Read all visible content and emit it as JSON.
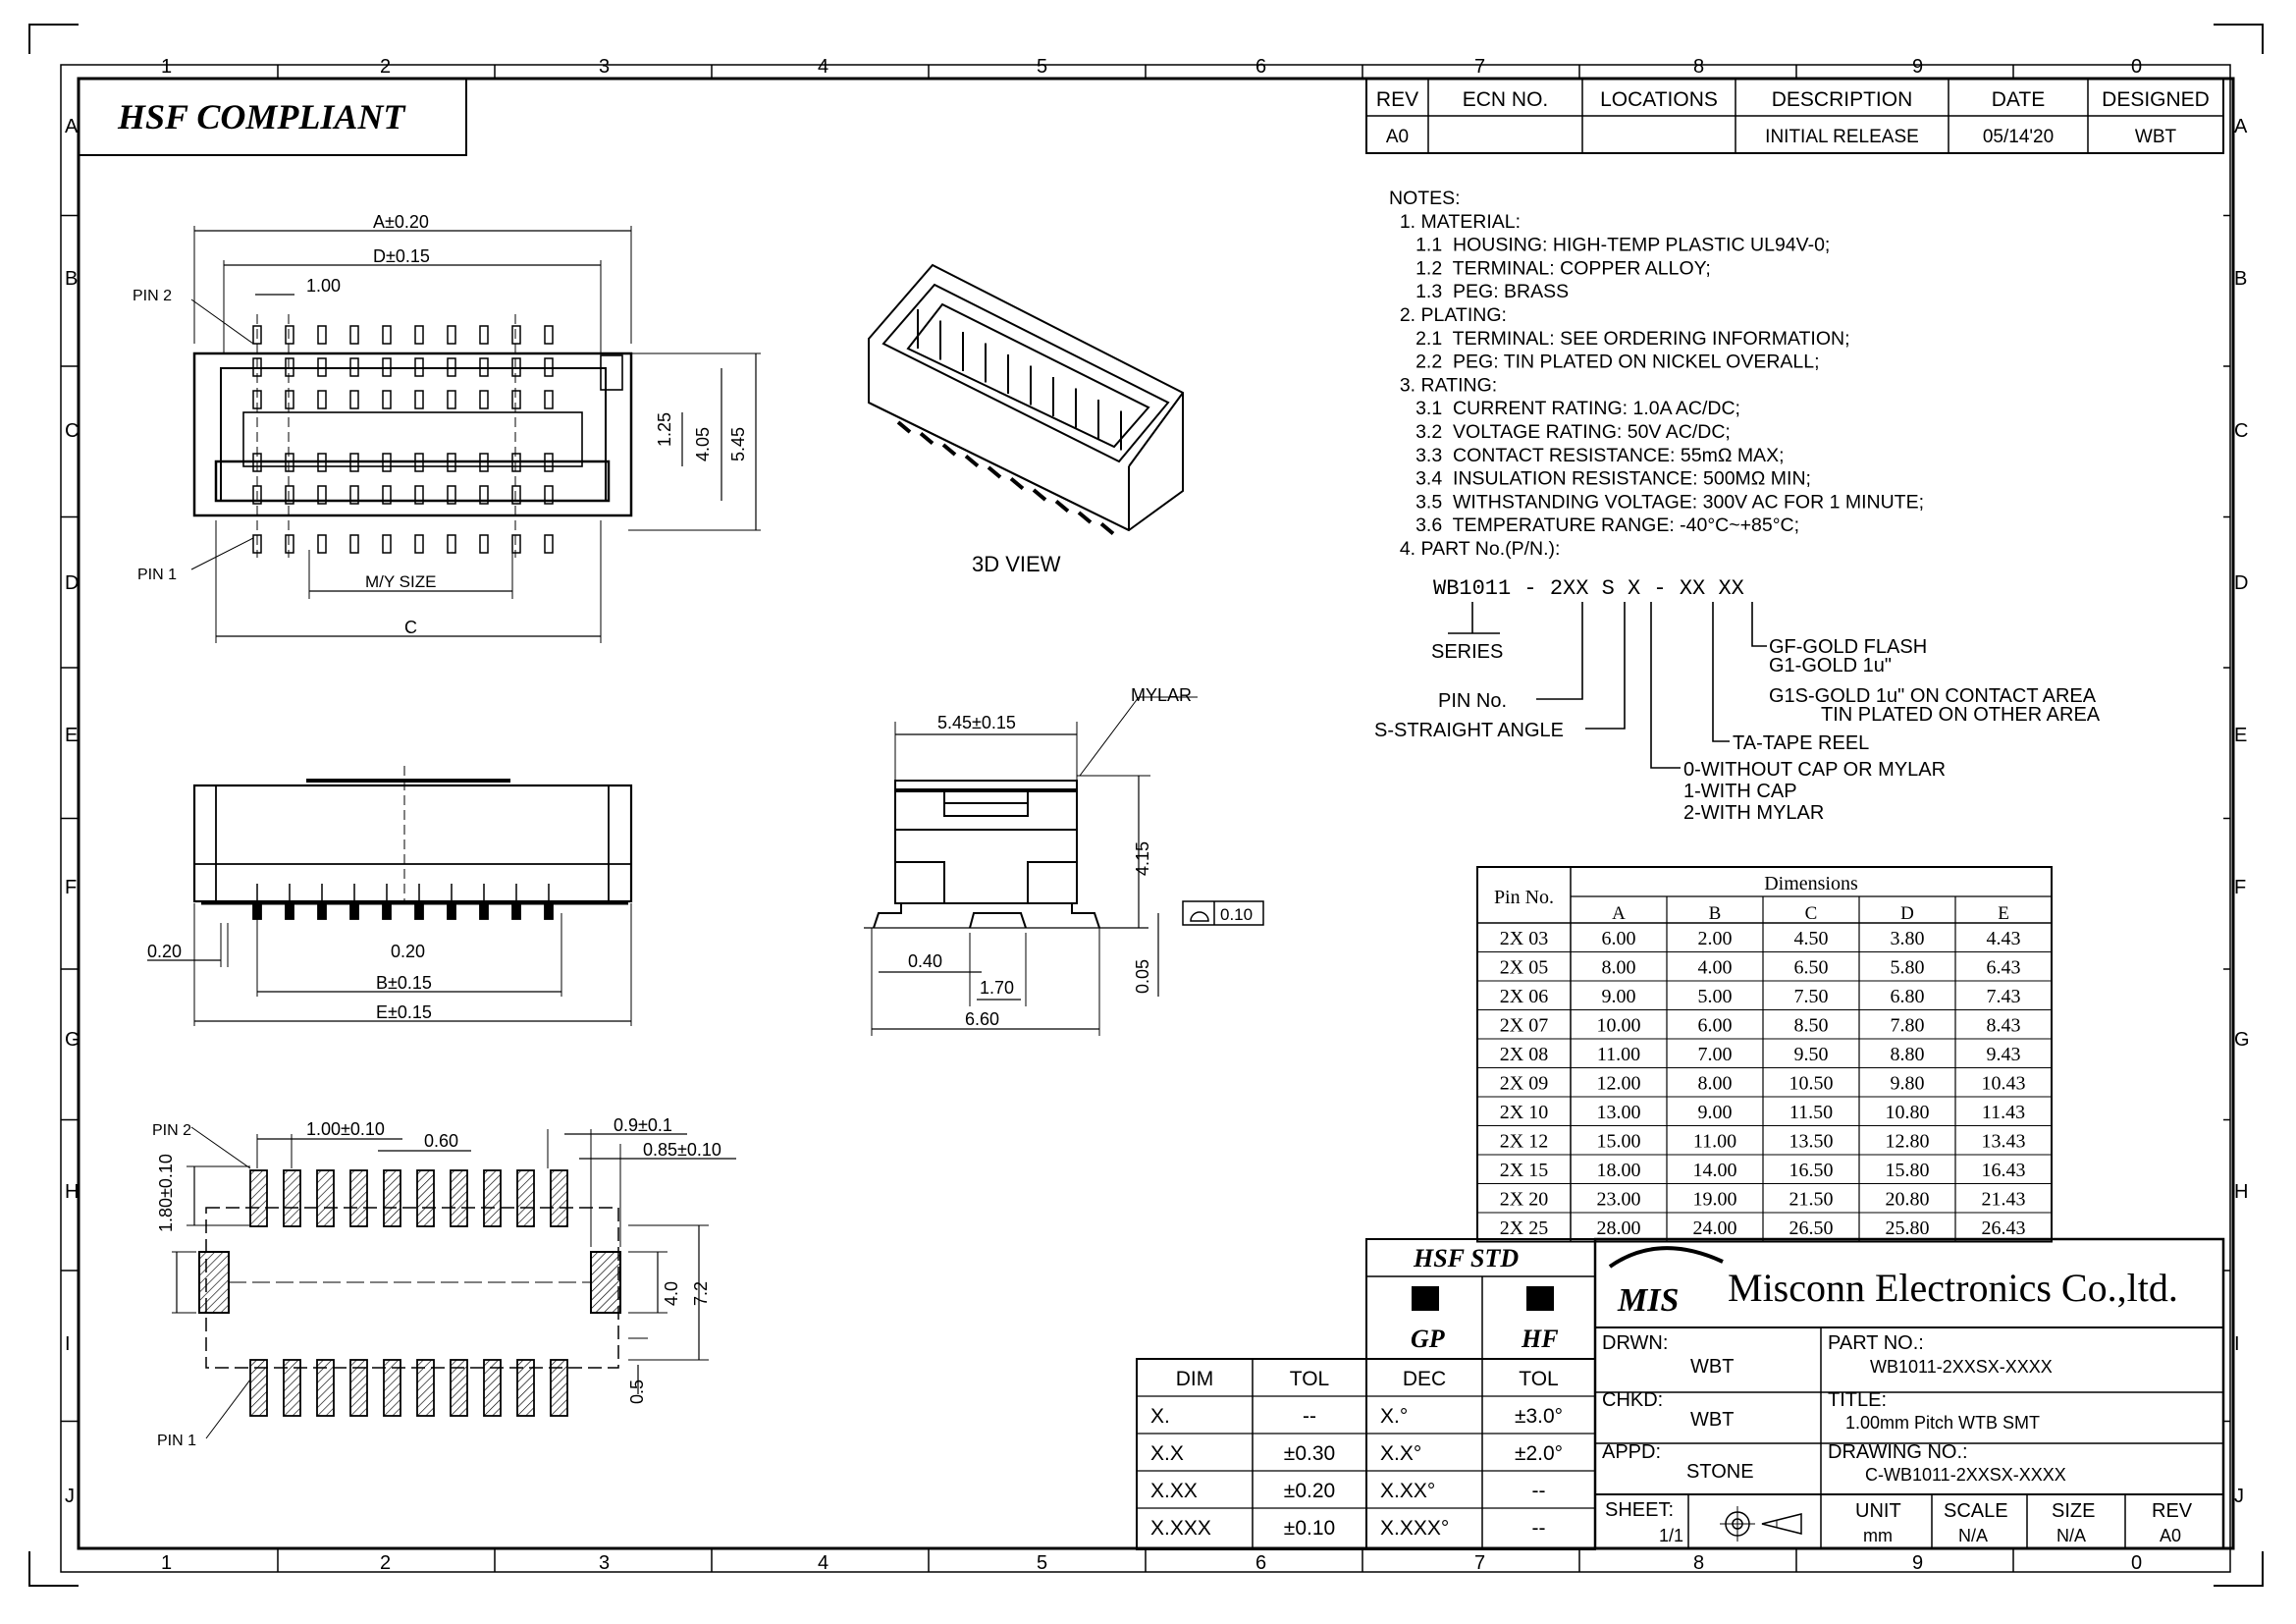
{
  "zone_cols": [
    "1",
    "2",
    "3",
    "4",
    "5",
    "6",
    "7",
    "8",
    "9",
    "0"
  ],
  "zone_rows": [
    "A",
    "B",
    "C",
    "D",
    "E",
    "F",
    "G",
    "H",
    "I",
    "J"
  ],
  "banner": "HSF  COMPLIANT",
  "revision_table": {
    "headers": [
      "REV",
      "ECN NO.",
      "LOCATIONS",
      "DESCRIPTION",
      "DATE",
      "DESIGNED"
    ],
    "row": [
      "A0",
      "",
      "",
      "INITIAL RELEASE",
      "05/14'20",
      "WBT"
    ]
  },
  "notes": [
    "NOTES:",
    "  1. MATERIAL:",
    "     1.1  HOUSING: HIGH-TEMP PLASTIC UL94V-0;",
    "     1.2  TERMINAL: COPPER ALLOY;",
    "     1.3  PEG: BRASS",
    "  2. PLATING:",
    "     2.1  TERMINAL: SEE ORDERING INFORMATION;",
    "     2.2  PEG: TIN PLATED ON NICKEL OVERALL;",
    "  3. RATING:",
    "     3.1  CURRENT RATING: 1.0A AC/DC;",
    "     3.2  VOLTAGE RATING: 50V AC/DC;",
    "     3.3  CONTACT RESISTANCE: 55mΩ MAX;",
    "     3.4  INSULATION RESISTANCE: 500MΩ MIN;",
    "     3.5  WITHSTANDING VOLTAGE: 300V AC FOR 1 MINUTE;",
    "     3.6  TEMPERATURE RANGE: -40°C~+85°C;",
    "  4. PART No.(P/N.):"
  ],
  "part_code": {
    "code": "WB1011  -  2XX  S  X  -  XX  XX",
    "series": "SERIES",
    "pin_no": "PIN No.",
    "straight": "S-STRAIGHT ANGLE",
    "cap_options": [
      "0-WITHOUT CAP OR MYLAR",
      "1-WITH CAP",
      "2-WITH MYLAR"
    ],
    "tape": "TA-TAPE REEL",
    "plating_options": [
      "GF-GOLD FLASH",
      "G1-GOLD 1u\"",
      "G1S-GOLD 1u\" ON CONTACT AREA",
      "TIN PLATED ON OTHER AREA"
    ]
  },
  "dimensions_table": {
    "title": "Dimensions",
    "pin_header": "Pin No.",
    "columns": [
      "A",
      "B",
      "C",
      "D",
      "E"
    ],
    "rows": [
      [
        "2X 03",
        "6.00",
        "2.00",
        "4.50",
        "3.80",
        "4.43"
      ],
      [
        "2X 05",
        "8.00",
        "4.00",
        "6.50",
        "5.80",
        "6.43"
      ],
      [
        "2X 06",
        "9.00",
        "5.00",
        "7.50",
        "6.80",
        "7.43"
      ],
      [
        "2X 07",
        "10.00",
        "6.00",
        "8.50",
        "7.80",
        "8.43"
      ],
      [
        "2X 08",
        "11.00",
        "7.00",
        "9.50",
        "8.80",
        "9.43"
      ],
      [
        "2X 09",
        "12.00",
        "8.00",
        "10.50",
        "9.80",
        "10.43"
      ],
      [
        "2X 10",
        "13.00",
        "9.00",
        "11.50",
        "10.80",
        "11.43"
      ],
      [
        "2X 12",
        "15.00",
        "11.00",
        "13.50",
        "12.80",
        "13.43"
      ],
      [
        "2X 15",
        "18.00",
        "14.00",
        "16.50",
        "15.80",
        "16.43"
      ],
      [
        "2X 20",
        "23.00",
        "19.00",
        "21.50",
        "20.80",
        "21.43"
      ],
      [
        "2X 25",
        "28.00",
        "24.00",
        "26.50",
        "25.80",
        "26.43"
      ]
    ]
  },
  "top_view": {
    "dim_a": "A±0.20",
    "dim_d": "D±0.15",
    "pitch": "1.00",
    "pin2": "PIN 2",
    "pin1": "PIN 1",
    "my_size": "M/Y SIZE",
    "dim_c": "C",
    "h1": "1.25",
    "h2": "4.05",
    "h3": "5.45"
  },
  "view_3d_label": "3D VIEW",
  "front_view": {
    "d1": "0.20",
    "d2": "0.20",
    "dim_b": "B±0.15",
    "dim_e": "E±0.15"
  },
  "side_view": {
    "width": "5.45±0.15",
    "mylar": "MYLAR",
    "height": "4.15",
    "coplanarity": "0.10",
    "d040": "0.40",
    "d170": "1.70",
    "d660": "6.60",
    "d005": "0.05"
  },
  "pcb_layout": {
    "pin2": "PIN 2",
    "pin1": "PIN 1",
    "pitch": "1.00±0.10",
    "pad_w": "0.60",
    "d09": "0.9±0.1",
    "d085": "0.85±0.10",
    "pad_h": "1.80±0.10",
    "d40": "4.0",
    "d72": "7.2",
    "d05": "0.5"
  },
  "tolerance_table": {
    "std_title": "HSF  STD",
    "gp": "GP",
    "hf": "HF",
    "headers": [
      "DIM",
      "TOL",
      "DEC",
      "TOL"
    ],
    "rows": [
      [
        "X.",
        "--",
        "X.°",
        "±3.0°"
      ],
      [
        "X.X",
        "±0.30",
        "X.X°",
        "±2.0°"
      ],
      [
        "X.XX",
        "±0.20",
        "X.XX°",
        "--"
      ],
      [
        "X.XXX",
        "±0.10",
        "X.XXX°",
        "--"
      ]
    ]
  },
  "title_block": {
    "logo": "MIS",
    "company": "Misconn Electronics Co.,ltd.",
    "drwn_label": "DRWN:",
    "drwn": "WBT",
    "chkd_label": "CHKD:",
    "chkd": "WBT",
    "appd_label": "APPD:",
    "appd": "STONE",
    "part_no_label": "PART  NO.:",
    "part_no": "WB1011-2XXSX-XXXX",
    "title_label": "TITLE:",
    "title": "1.00mm  Pitch  WTB  SMT",
    "drawing_no_label": "DRAWING  NO.:",
    "drawing_no": "C-WB1011-2XXSX-XXXX",
    "sheet_label": "SHEET:",
    "sheet": "1/1",
    "unit_label": "UNIT",
    "unit": "mm",
    "scale_label": "SCALE",
    "scale": "N/A",
    "size_label": "SIZE",
    "size": "N/A",
    "rev_label": "REV",
    "rev": "A0"
  }
}
